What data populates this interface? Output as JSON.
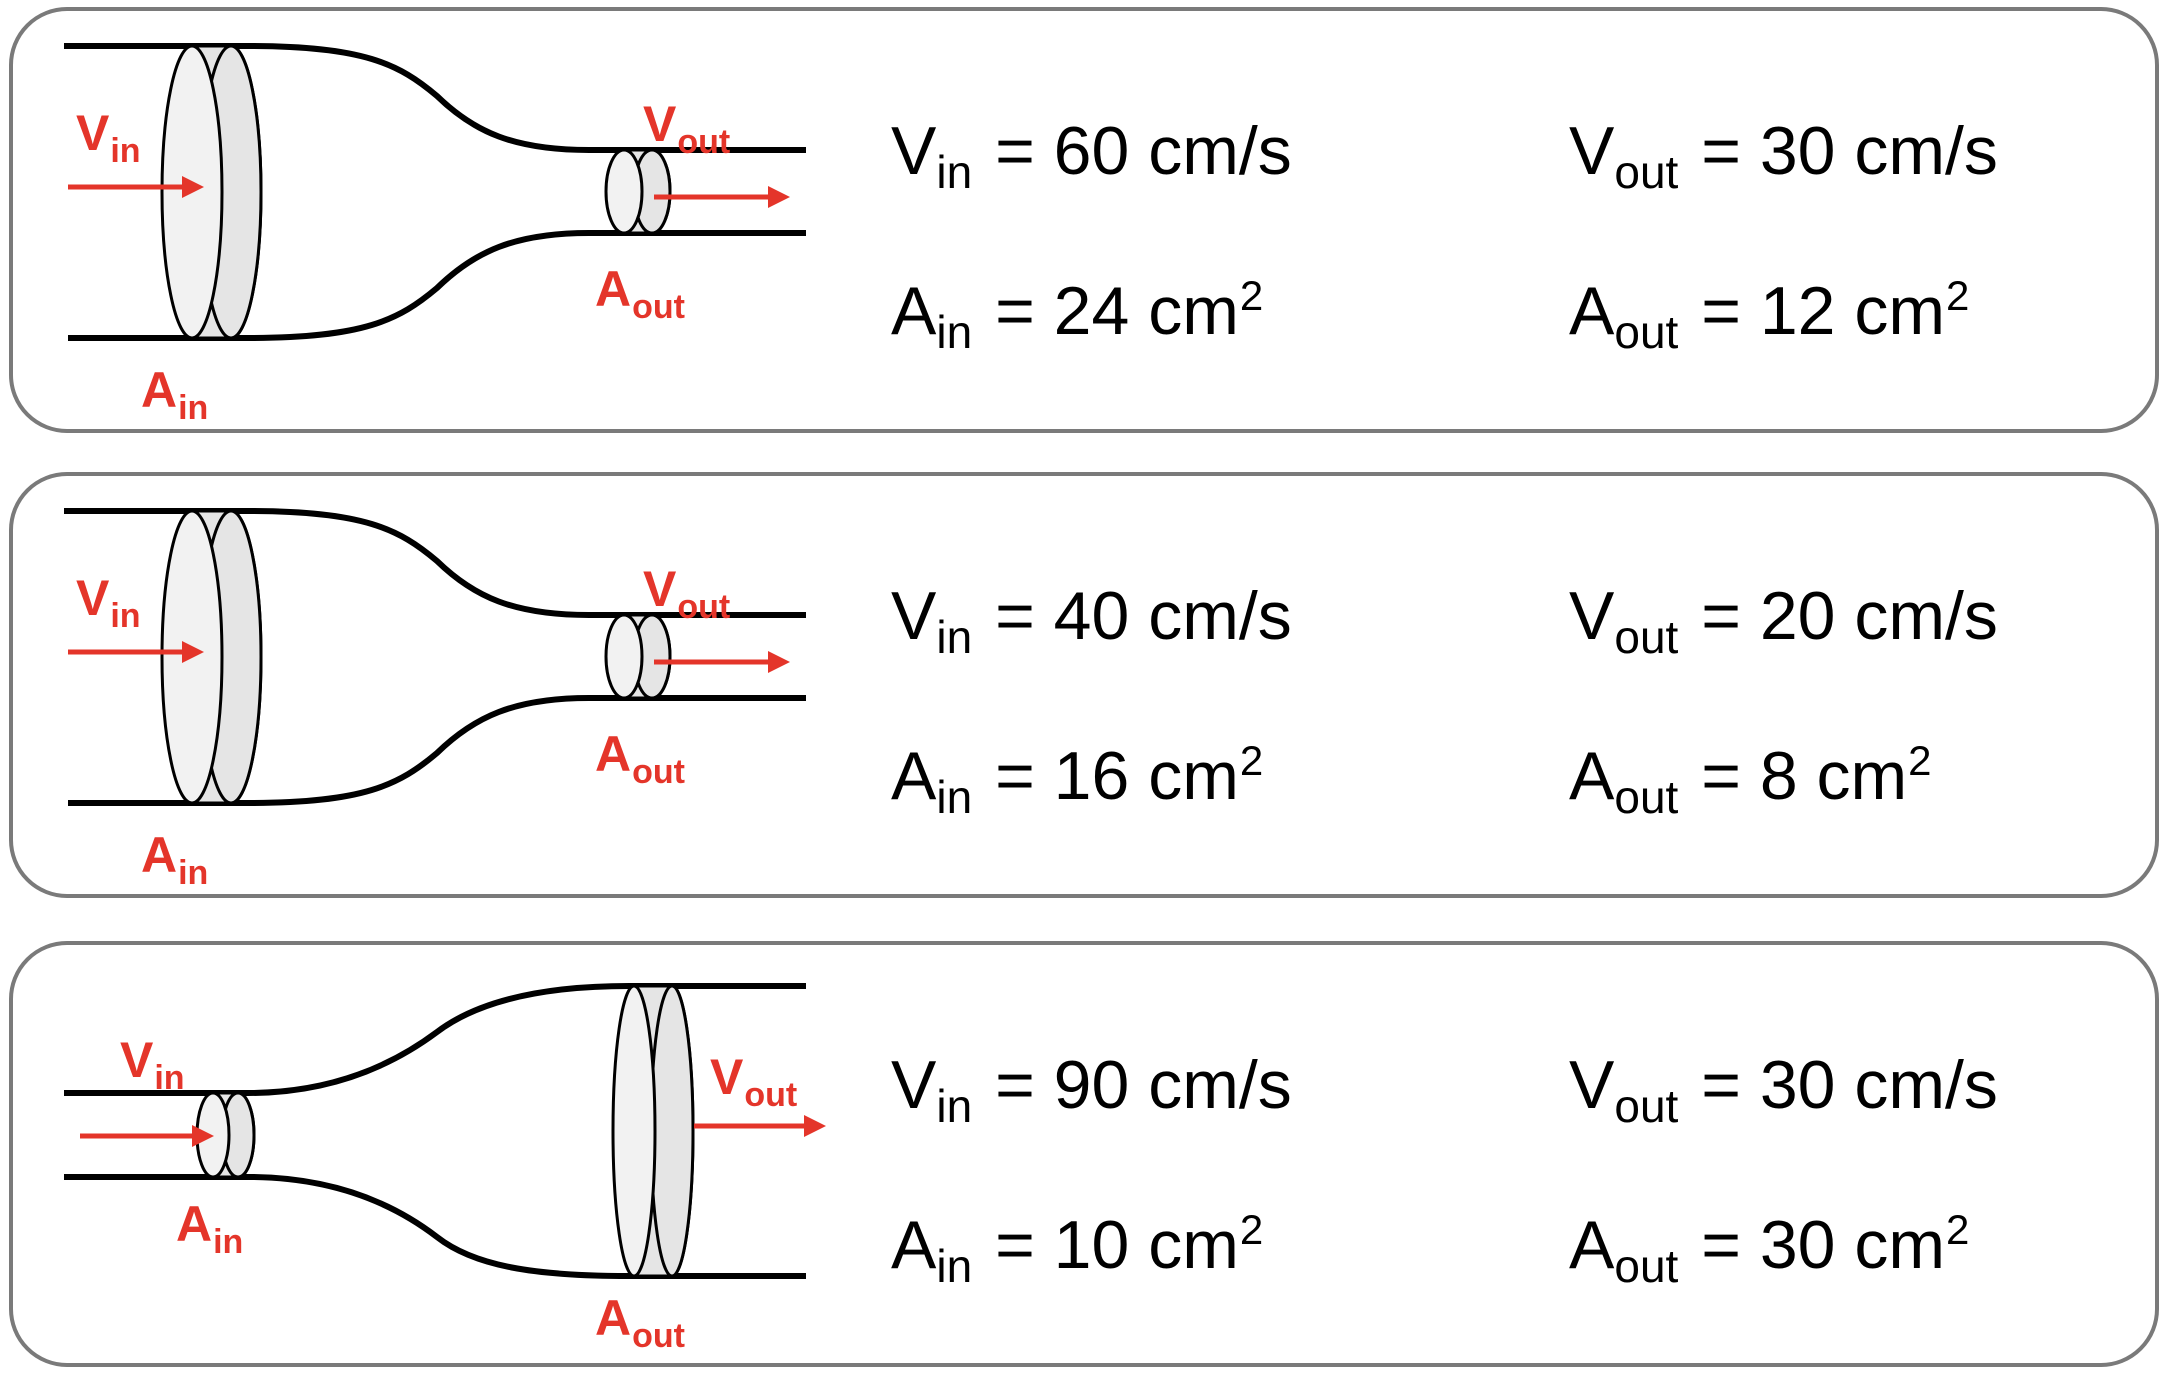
{
  "labels": {
    "v_base": "V",
    "a_base": "A",
    "in_sub": "in",
    "out_sub": "out",
    "equals": " = ",
    "area_exp": "2"
  },
  "panels": [
    {
      "v_in_value": "60 cm/s",
      "v_out_value": "30 cm/s",
      "a_in_value": "24 cm",
      "a_out_value": "12 cm"
    },
    {
      "v_in_value": "40 cm/s",
      "v_out_value": "20 cm/s",
      "a_in_value": "16 cm",
      "a_out_value": "8 cm"
    },
    {
      "v_in_value": "90 cm/s",
      "v_out_value": "30 cm/s",
      "a_in_value": "10 cm",
      "a_out_value": "30 cm"
    }
  ],
  "colors": {
    "label_red": "#e4352a",
    "panel_border": "#7a7a7a",
    "disc_fill": "#e5e5e5"
  }
}
